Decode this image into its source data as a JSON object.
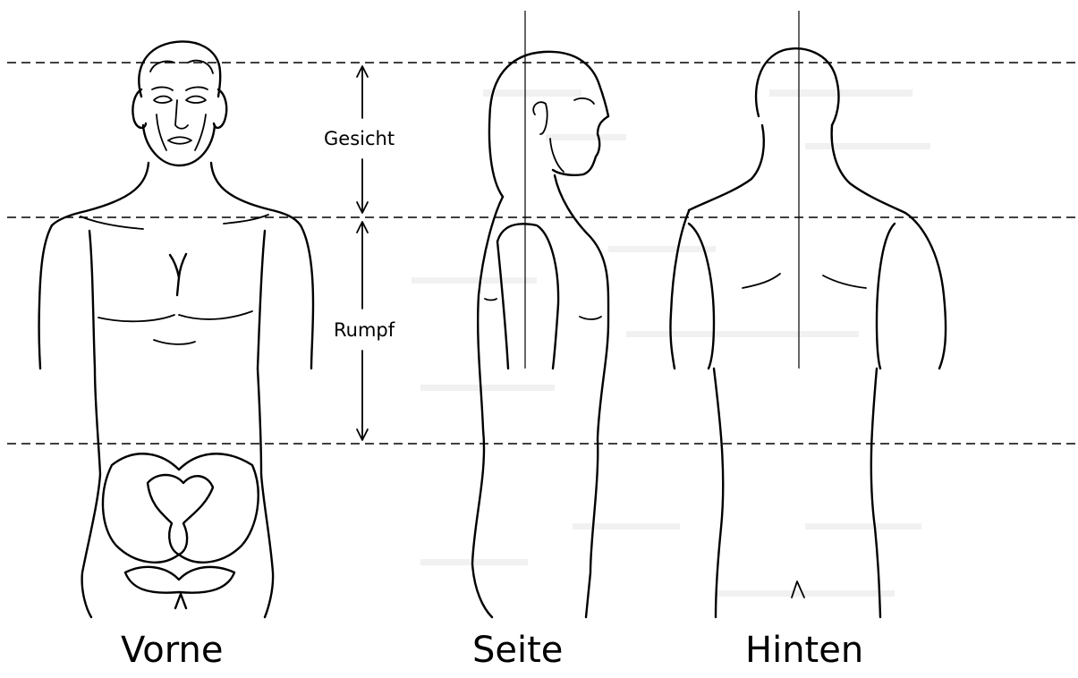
{
  "zones": {
    "face_label": "Gesicht",
    "trunk_label": "Rumpf"
  },
  "views": {
    "front_label": "Vorne",
    "side_label": "Seite",
    "back_label": "Hinten"
  },
  "colors": {
    "ink": "#000000",
    "background": "#ffffff",
    "ghost_text": "#d8d8d8"
  }
}
